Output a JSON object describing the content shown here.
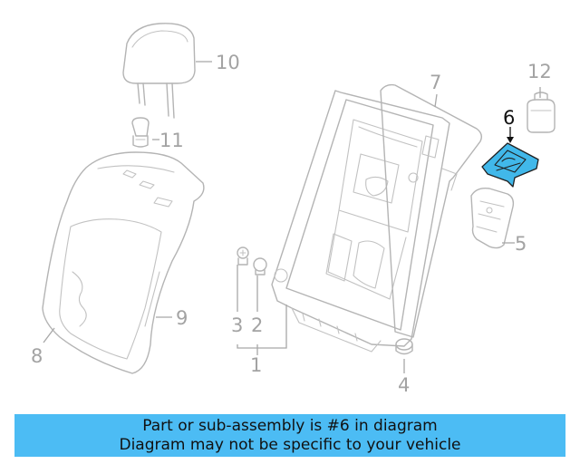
{
  "callouts": {
    "c1": "1",
    "c2": "2",
    "c3": "3",
    "c4": "4",
    "c5": "5",
    "c6": "6",
    "c7": "7",
    "c8": "8",
    "c9": "9",
    "c10": "10",
    "c11": "11",
    "c12": "12"
  },
  "highlighted_part": "6",
  "colors": {
    "highlight": "#41b8ea",
    "banner": "#4cbcf4",
    "line_art": "#b4b4b4"
  },
  "banner": {
    "line1": "Part or sub-assembly is #6 in diagram",
    "line2": "Diagram may not be specific to your vehicle"
  }
}
